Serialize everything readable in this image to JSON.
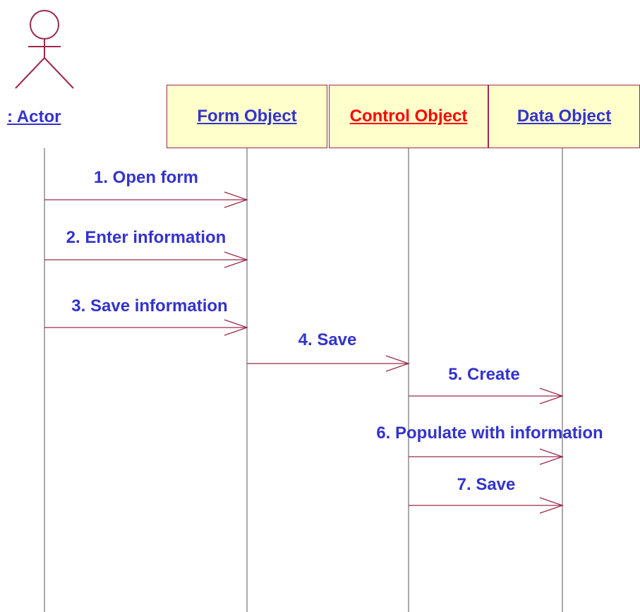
{
  "actor": {
    "label": ": Actor"
  },
  "objects": [
    {
      "label": "Form Object"
    },
    {
      "label": "Control Object"
    },
    {
      "label": "Data Object"
    }
  ],
  "messages": [
    {
      "label": "1. Open form"
    },
    {
      "label": "2. Enter information"
    },
    {
      "label": "3. Save information"
    },
    {
      "label": "4. Save"
    },
    {
      "label": "5. Create"
    },
    {
      "label": "6. Populate with information"
    },
    {
      "label": "7. Save"
    }
  ],
  "colors": {
    "object_box_fill": "#ffffcc",
    "border": "#9a2a4a",
    "message_line": "#9a2a4a",
    "label_text": "#3333cc",
    "highlight_text": "#ff0000",
    "lifeline": "#555555"
  }
}
